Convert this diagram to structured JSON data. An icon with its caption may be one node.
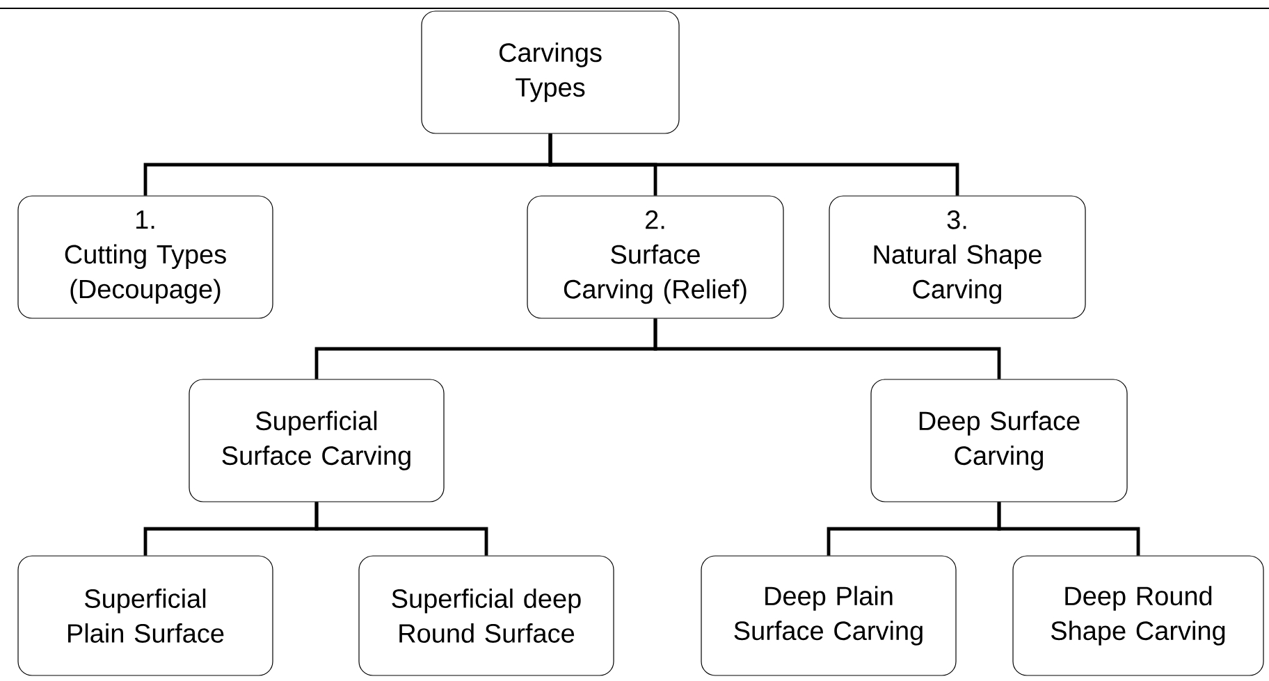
{
  "diagram": {
    "nodes": [
      {
        "text": [
          "Carvings Types"
        ]
      },
      {
        "text": [
          "1.",
          "Cutting Types (Decoupage)"
        ]
      },
      {
        "text": [
          "2.",
          "Surface Carving (Relief)"
        ]
      },
      {
        "text": [
          "3.",
          "Natural Shape Carving"
        ]
      },
      {
        "text": [
          "Superficial Surface Carving"
        ]
      },
      {
        "text": [
          "Deep Surface Carving"
        ]
      },
      {
        "text": [
          "Superficial Plain Surface"
        ]
      },
      {
        "text": [
          "Superficial deep Round Surface"
        ]
      },
      {
        "text": [
          "Deep Plain Surface Carving"
        ]
      },
      {
        "text": [
          "Deep Round Shape Carving"
        ]
      }
    ],
    "edges": [
      {
        "from": 0,
        "to": 1,
        "arrow": "none"
      },
      {
        "from": 0,
        "to": 2,
        "arrow": "none"
      },
      {
        "from": 0,
        "to": 3,
        "arrow": "none"
      },
      {
        "from": 2,
        "to": 4,
        "arrow": "none"
      },
      {
        "from": 2,
        "to": 5,
        "arrow": "none"
      },
      {
        "from": 4,
        "to": 6,
        "arrow": "none"
      },
      {
        "from": 4,
        "to": 7,
        "arrow": "none"
      },
      {
        "from": 5,
        "to": 8,
        "arrow": "none"
      },
      {
        "from": 5,
        "to": 9,
        "arrow": "none"
      }
    ]
  }
}
